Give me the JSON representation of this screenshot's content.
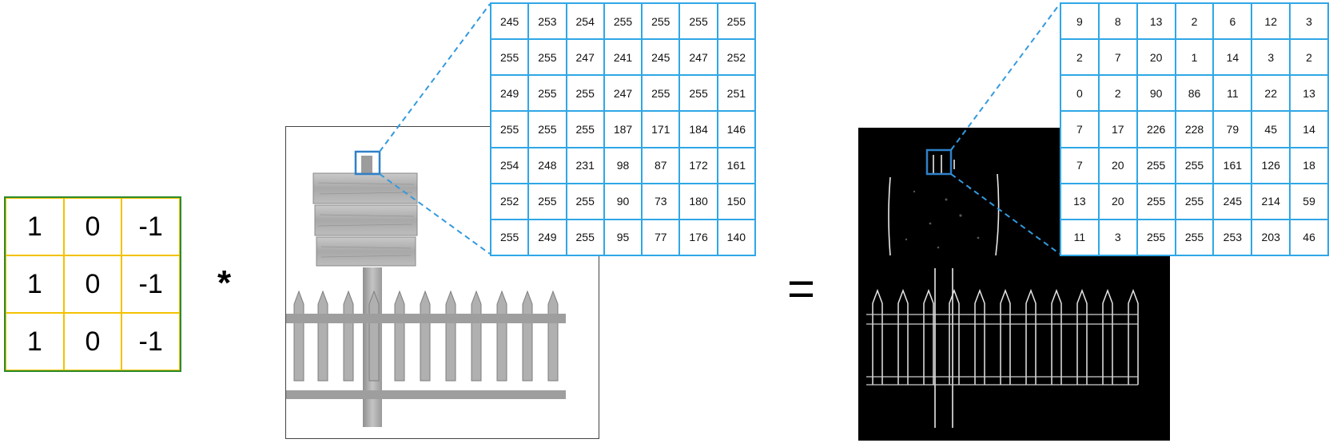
{
  "kernel": [
    [
      "1",
      "0",
      "-1"
    ],
    [
      "1",
      "0",
      "-1"
    ],
    [
      "1",
      "0",
      "-1"
    ]
  ],
  "operators": {
    "convolve": "*",
    "equals": "="
  },
  "input_patch": [
    [
      "245",
      "253",
      "254",
      "255",
      "255",
      "255",
      "255"
    ],
    [
      "255",
      "255",
      "247",
      "241",
      "245",
      "247",
      "252"
    ],
    [
      "249",
      "255",
      "255",
      "247",
      "255",
      "255",
      "251"
    ],
    [
      "255",
      "255",
      "255",
      "187",
      "171",
      "184",
      "146"
    ],
    [
      "254",
      "248",
      "231",
      "98",
      "87",
      "172",
      "161"
    ],
    [
      "252",
      "255",
      "255",
      "90",
      "73",
      "180",
      "150"
    ],
    [
      "255",
      "249",
      "255",
      "95",
      "77",
      "176",
      "140"
    ]
  ],
  "output_patch": [
    [
      "9",
      "8",
      "13",
      "2",
      "6",
      "12",
      "3"
    ],
    [
      "2",
      "7",
      "20",
      "1",
      "14",
      "3",
      "2"
    ],
    [
      "0",
      "2",
      "90",
      "86",
      "11",
      "22",
      "13"
    ],
    [
      "7",
      "17",
      "226",
      "228",
      "79",
      "45",
      "14"
    ],
    [
      "7",
      "20",
      "255",
      "255",
      "161",
      "126",
      "18"
    ],
    [
      "13",
      "20",
      "255",
      "255",
      "245",
      "214",
      "59"
    ],
    [
      "11",
      "3",
      "255",
      "255",
      "253",
      "203",
      "46"
    ]
  ],
  "colors": {
    "grid_line": "#2fa7e6",
    "kernel_line": "#f2c200",
    "kernel_border": "#2e8b2e",
    "input_background": "#ffffff",
    "output_background": "#000000",
    "wood": "#a9a9a9"
  },
  "images": {
    "input": "grayscale-sign-and-picket-fence",
    "output": "edge-detected-sign-and-picket-fence"
  }
}
